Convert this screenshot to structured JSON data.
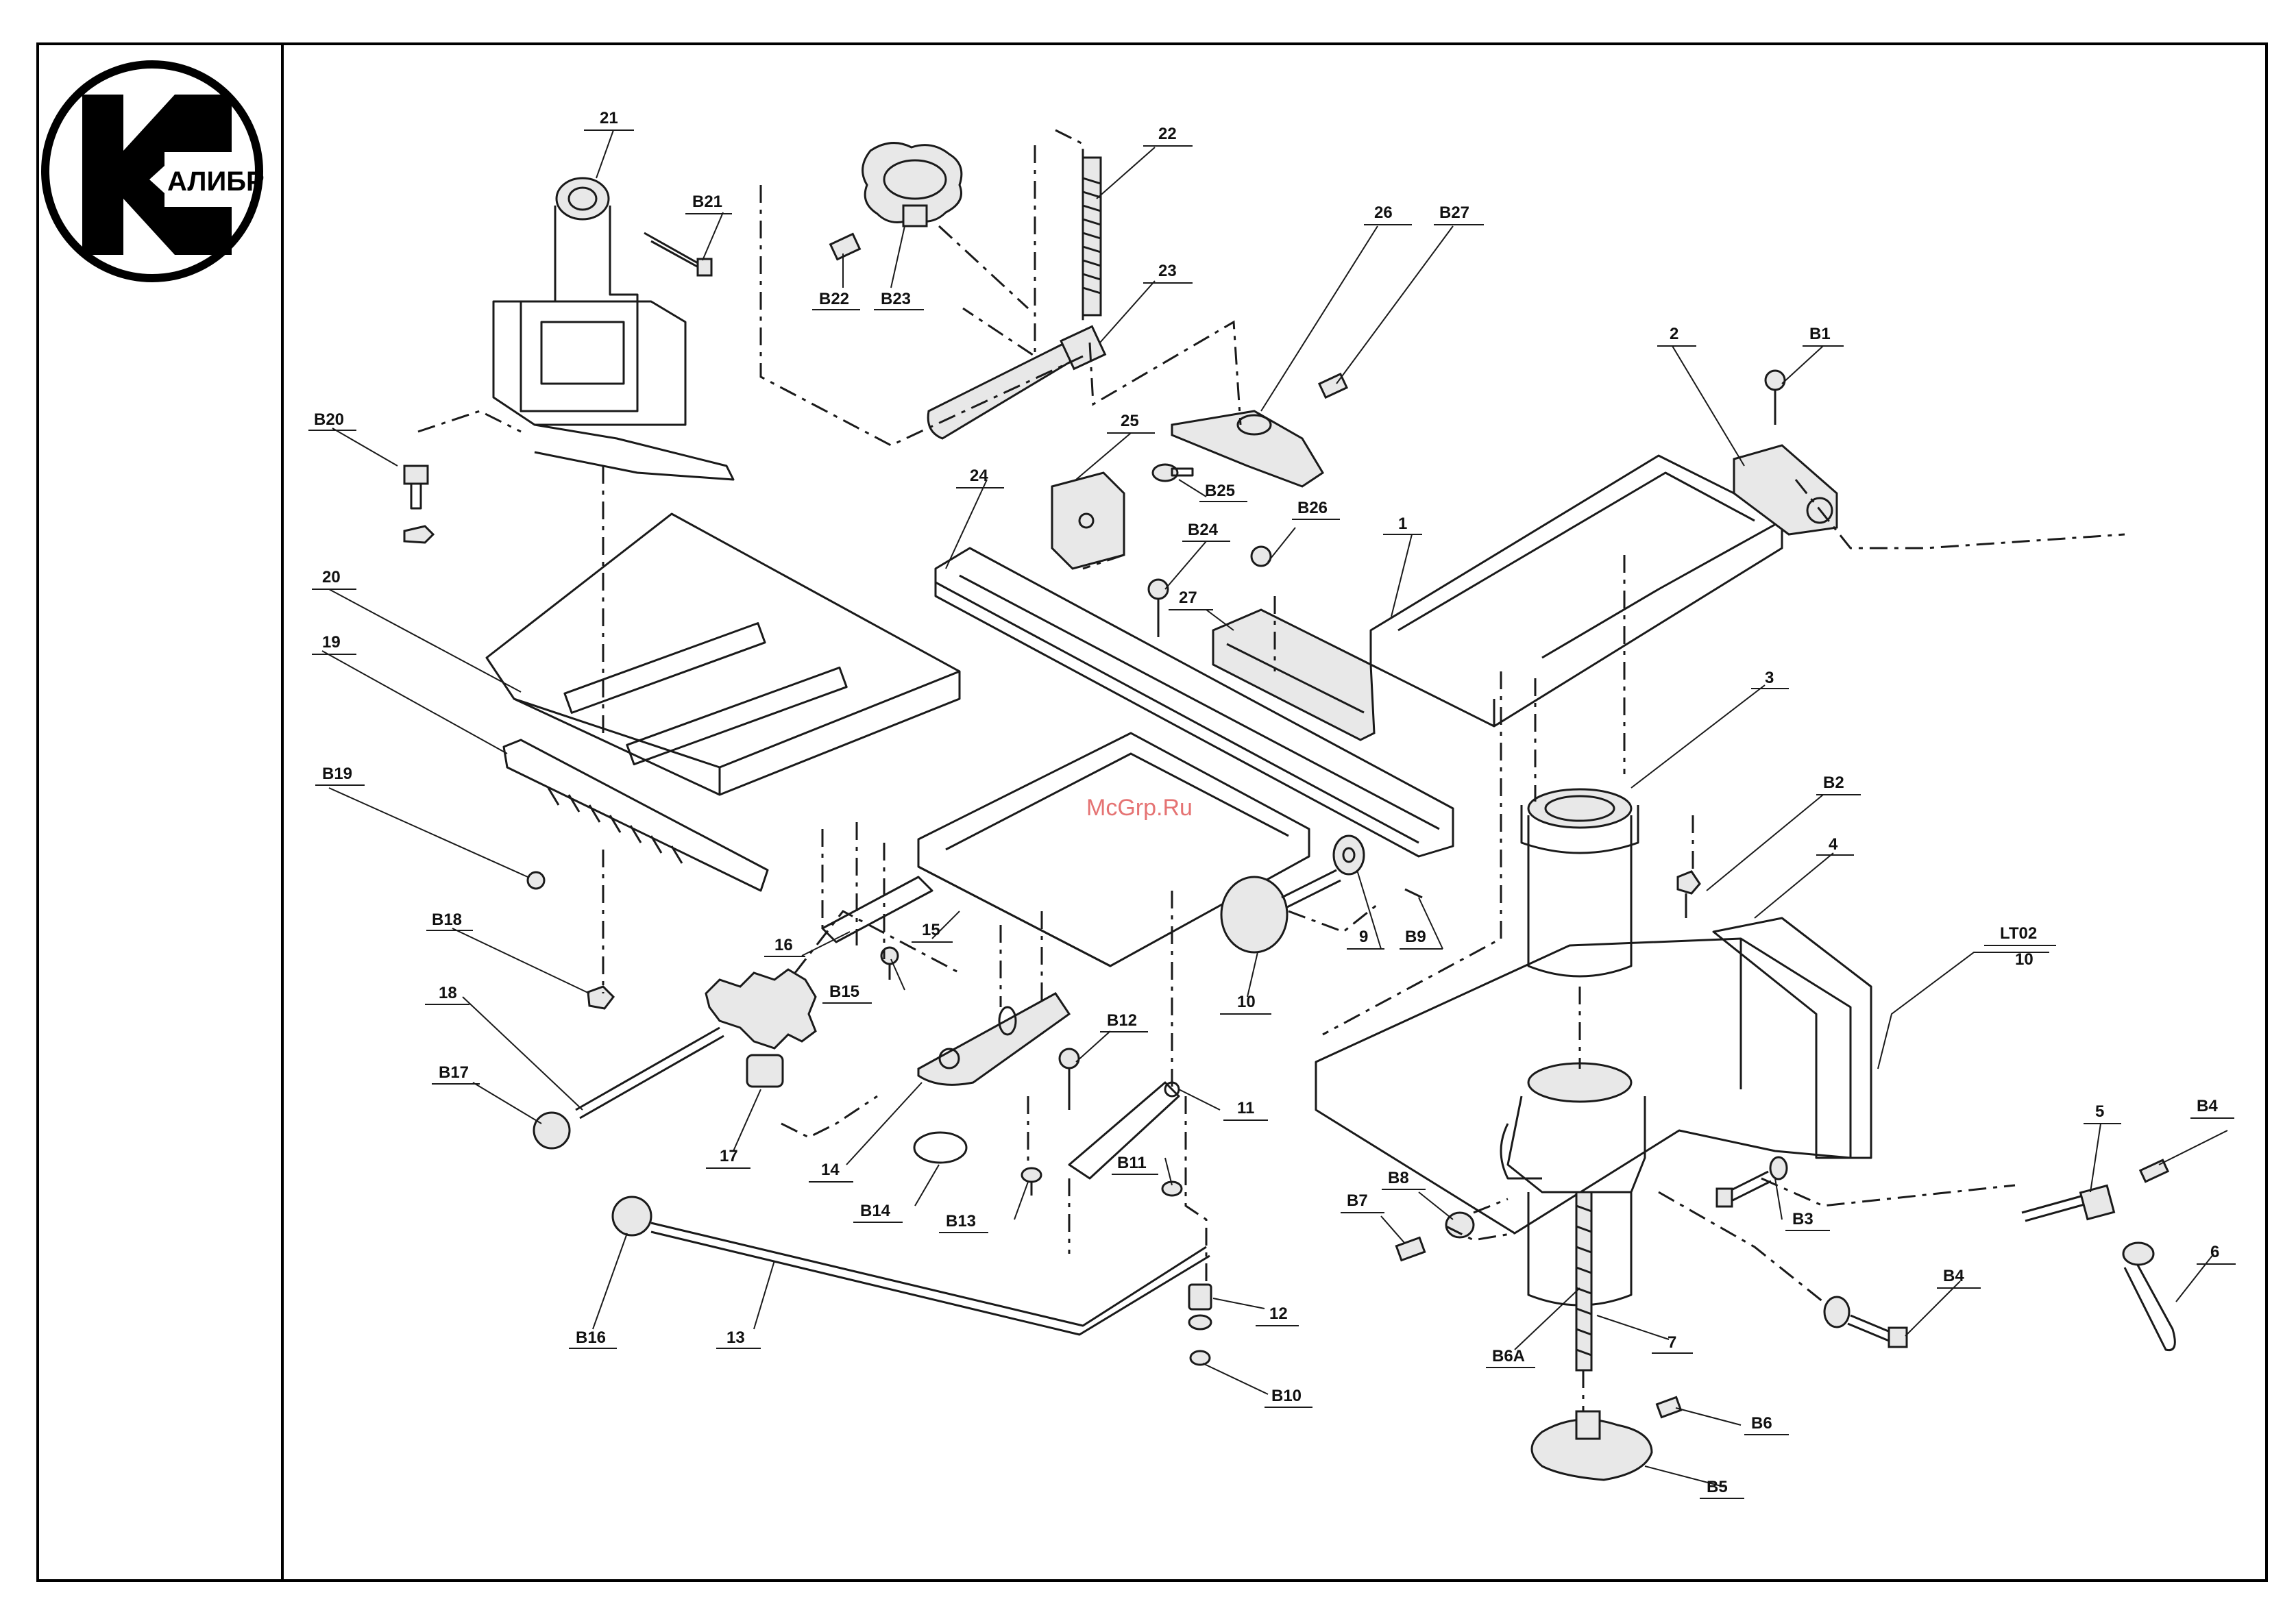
{
  "logo": {
    "text": "АЛИБР"
  },
  "watermark": "McGrp.Ru",
  "labels": {
    "p21": "21",
    "b21": "B21",
    "b22": "B22",
    "b23": "B23",
    "p22": "22",
    "p23": "23",
    "p26": "26",
    "b27": "B27",
    "p2": "2",
    "b1": "B1",
    "b20": "B20",
    "p25": "25",
    "b25": "B25",
    "p24": "24",
    "b24": "B24",
    "b26": "B26",
    "p1": "1",
    "p20": "20",
    "p27": "27",
    "p19": "19",
    "p3": "3",
    "b19": "B19",
    "b2": "B2",
    "p4": "4",
    "p16": "16",
    "p15": "15",
    "p9": "9",
    "b9": "B9",
    "lt02": "LT02",
    "p10r": "10",
    "b18": "B18",
    "b15": "B15",
    "p10": "10",
    "p18": "18",
    "b12": "B12",
    "b17": "B17",
    "p11": "11",
    "p17": "17",
    "p14": "14",
    "b11": "B11",
    "p5": "5",
    "b4a": "B4",
    "b14": "B14",
    "b13": "B13",
    "b8": "B8",
    "b3": "B3",
    "b7": "B7",
    "p6": "6",
    "b4b": "B4",
    "p12": "12",
    "b16": "B16",
    "p13": "13",
    "p7": "7",
    "b6a": "B6A",
    "b10": "B10",
    "b6": "B6",
    "b5": "B5"
  }
}
